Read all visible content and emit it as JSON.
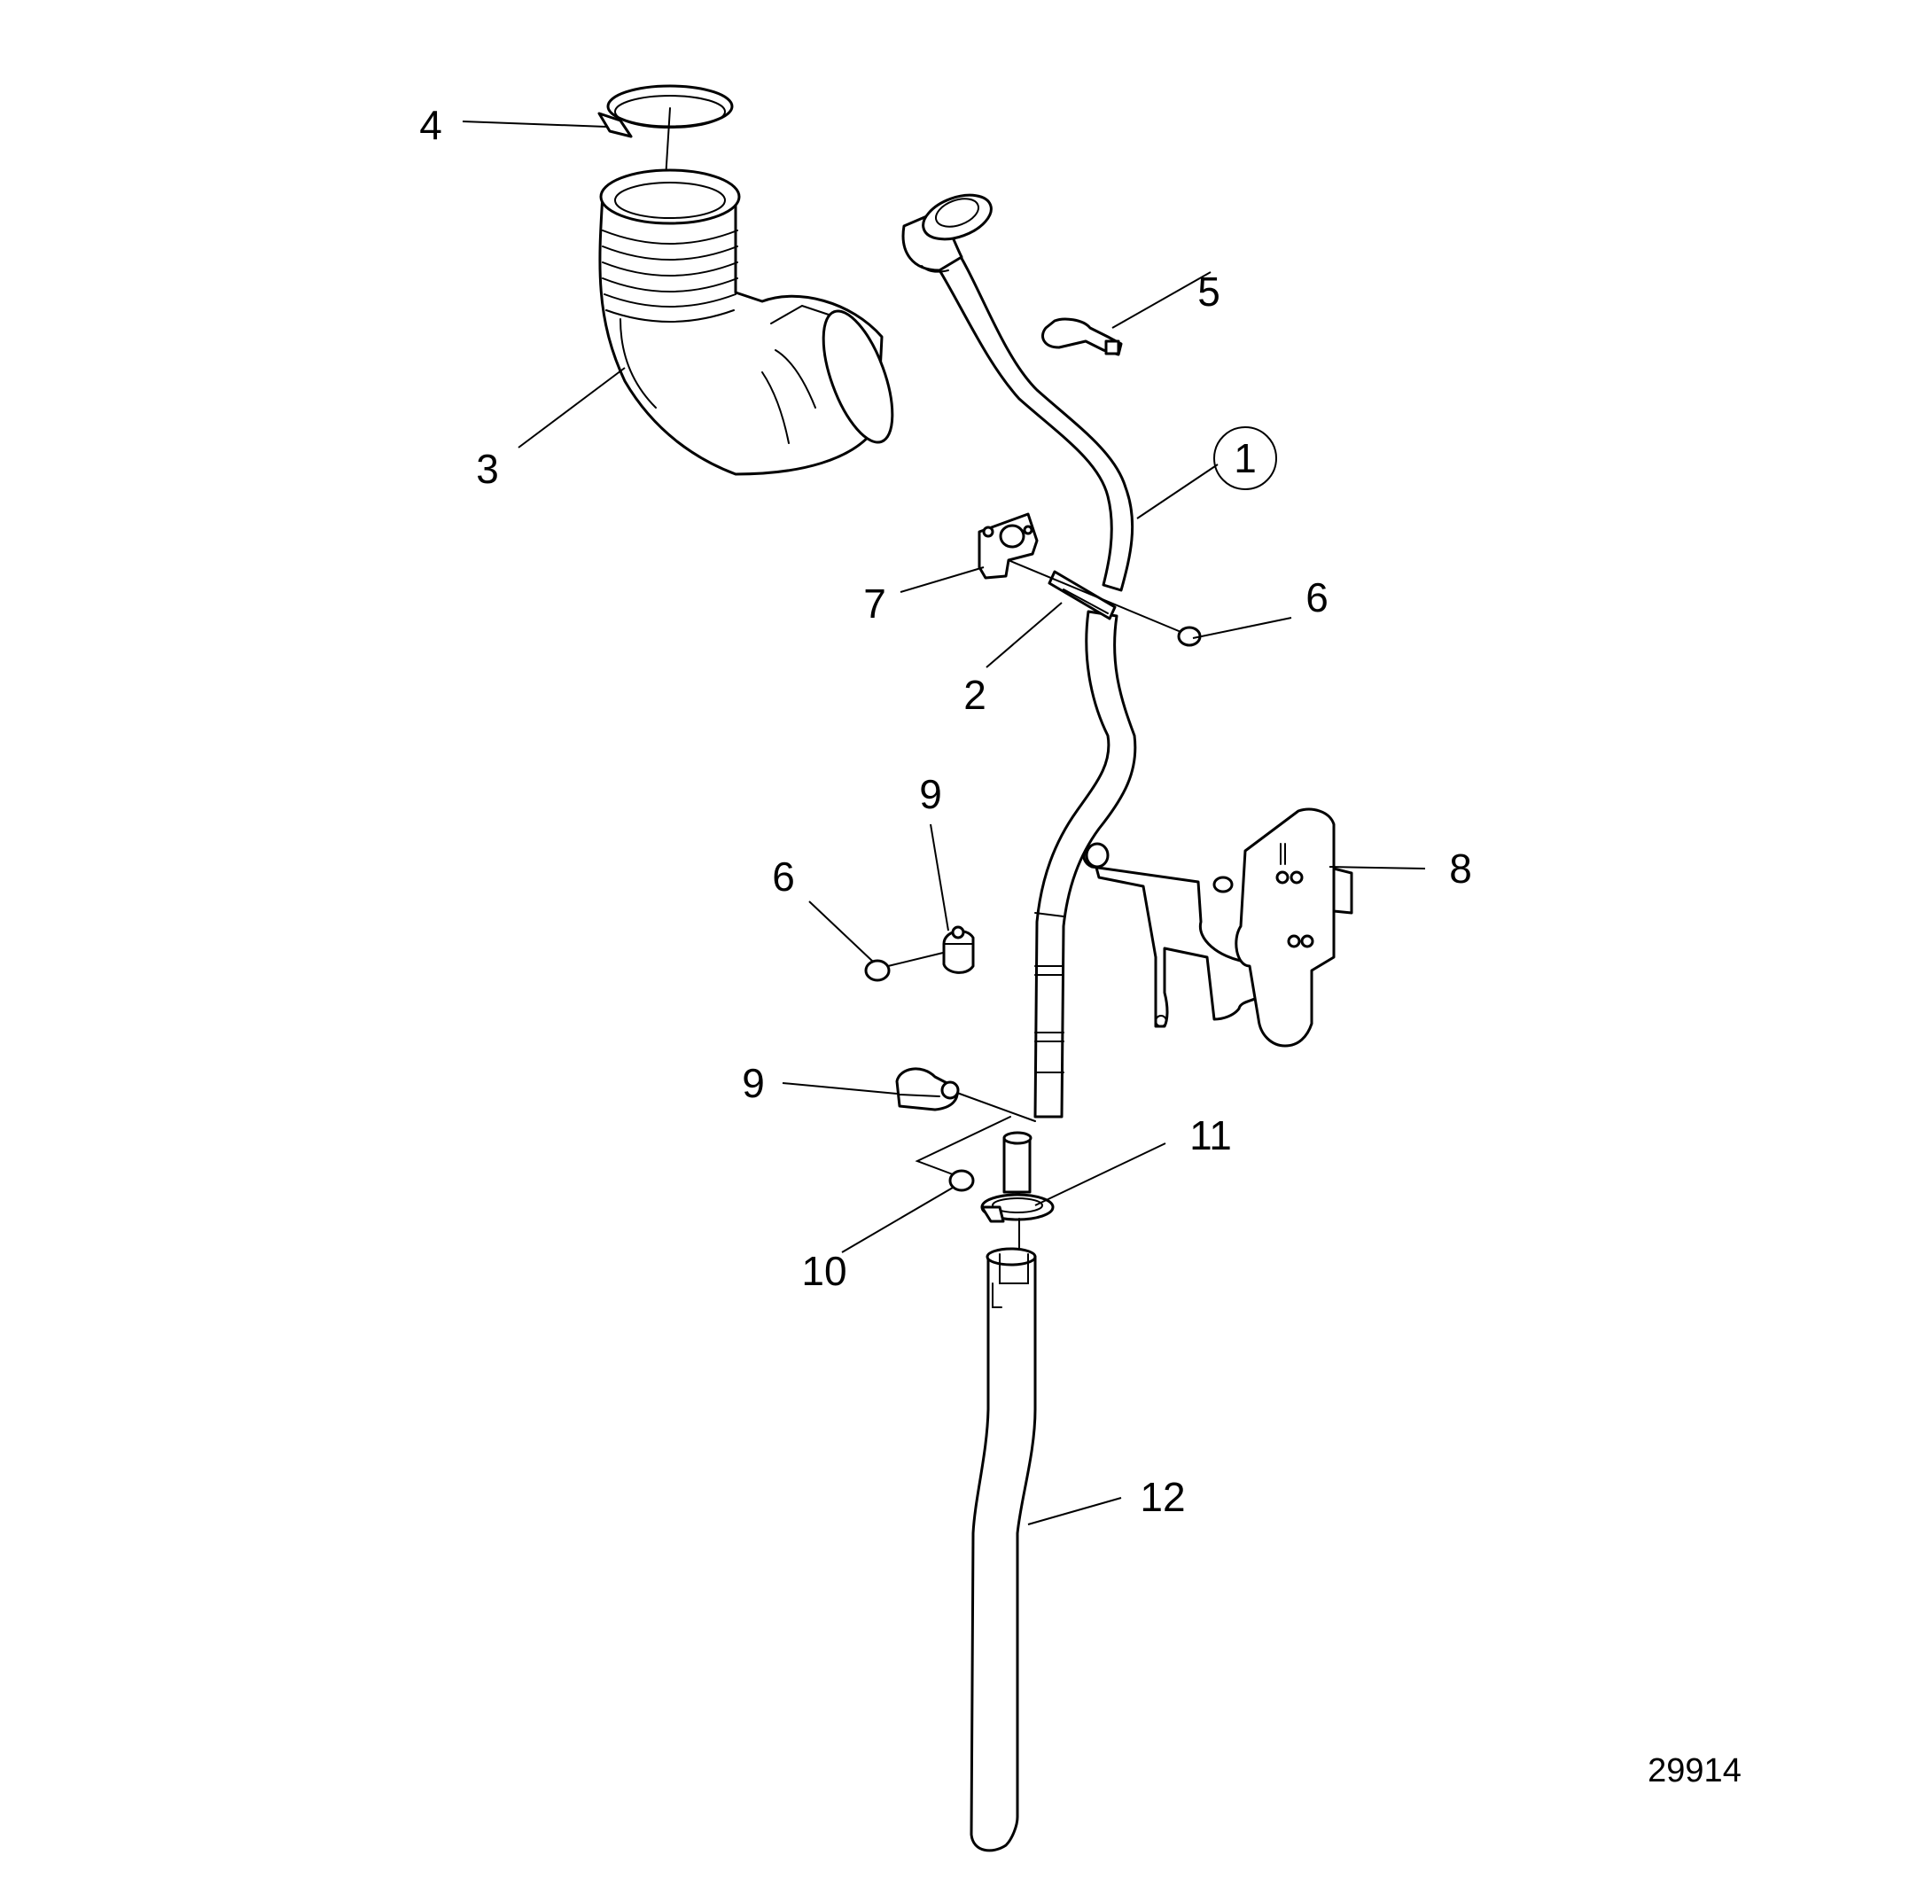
{
  "figure": {
    "reference_number": "29914"
  },
  "callouts": {
    "c1": "1",
    "c2": "2",
    "c3": "3",
    "c4": "4",
    "c5": "5",
    "c6a": "6",
    "c6b": "6",
    "c7": "7",
    "c8": "8",
    "c9a": "9",
    "c9b": "9",
    "c10": "10",
    "c11": "11",
    "c12": "12"
  },
  "colors": {
    "line": "#000000",
    "background": "#ffffff"
  }
}
